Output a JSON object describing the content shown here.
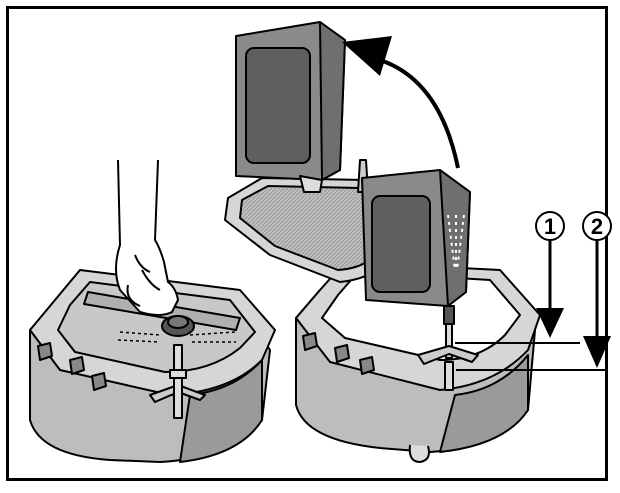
{
  "figure": {
    "callouts": [
      {
        "id": "1",
        "label": "1"
      },
      {
        "id": "2",
        "label": "2"
      }
    ],
    "colors": {
      "outline": "#000000",
      "body_fill": "#bfbfbf",
      "body_shade": "#8f8f8f",
      "tank_fill": "#9a9a9a",
      "tank_window": "#6e6e6e",
      "light_fill": "#e6e6e6",
      "background": "#ffffff"
    },
    "illustration": {
      "left_unit": "reservoir-base-with-hand-pressing-cap",
      "right_unit": "reservoir-base-with-inverted-tank",
      "arrow": "curved-rotate-arrow"
    }
  }
}
